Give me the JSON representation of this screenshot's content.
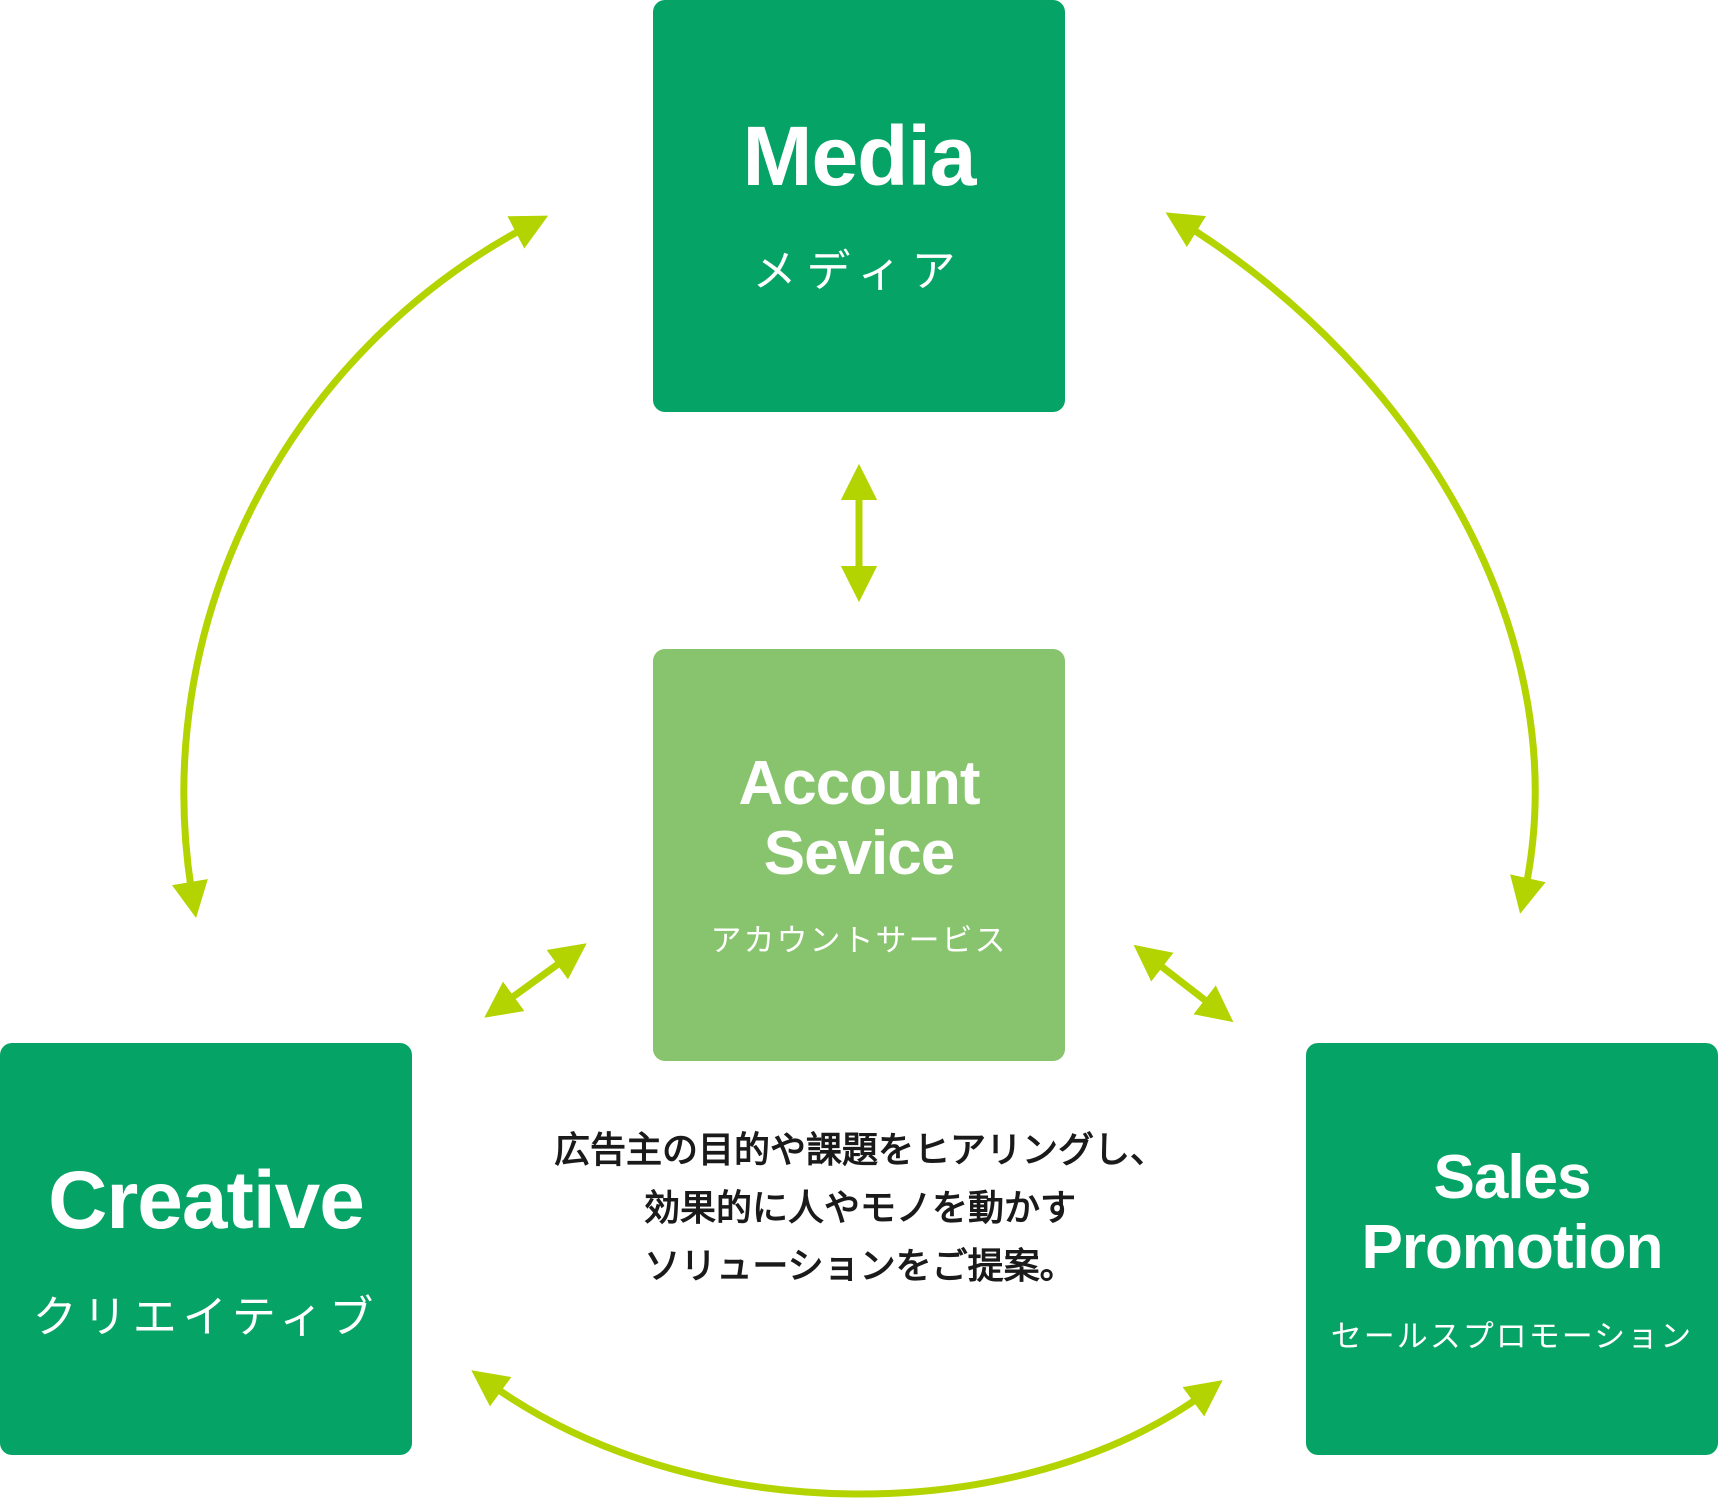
{
  "colors": {
    "box_dark": "#06a366",
    "box_light": "#87c46d",
    "arrow": "#b3d400",
    "text_dark": "#1a1a1a",
    "text_light": "#ffffff"
  },
  "nodes": {
    "media": {
      "title": "Media",
      "subtitle": "メディア"
    },
    "account": {
      "title_line1": "Account",
      "title_line2": "Sevice",
      "subtitle": "アカウントサービス"
    },
    "creative": {
      "title": "Creative",
      "subtitle": "クリエイティブ"
    },
    "sales": {
      "title_line1": "Sales",
      "title_line2": "Promotion",
      "subtitle": "セールスプロモーション"
    }
  },
  "caption": {
    "line1": "広告主の目的や課題をヒアリングし、",
    "line2": "効果的に人やモノを動かす",
    "line3": "ソリューションをご提案。"
  },
  "arrows": [
    {
      "name": "media-account-arrow",
      "from": "Media",
      "to": "Account Sevice"
    },
    {
      "name": "media-creative-arrow",
      "from": "Media",
      "to": "Creative"
    },
    {
      "name": "media-sales-arrow",
      "from": "Media",
      "to": "Sales Promotion"
    },
    {
      "name": "account-creative-arrow",
      "from": "Account Sevice",
      "to": "Creative"
    },
    {
      "name": "account-sales-arrow",
      "from": "Account Sevice",
      "to": "Sales Promotion"
    },
    {
      "name": "creative-sales-arrow",
      "from": "Creative",
      "to": "Sales Promotion"
    }
  ]
}
